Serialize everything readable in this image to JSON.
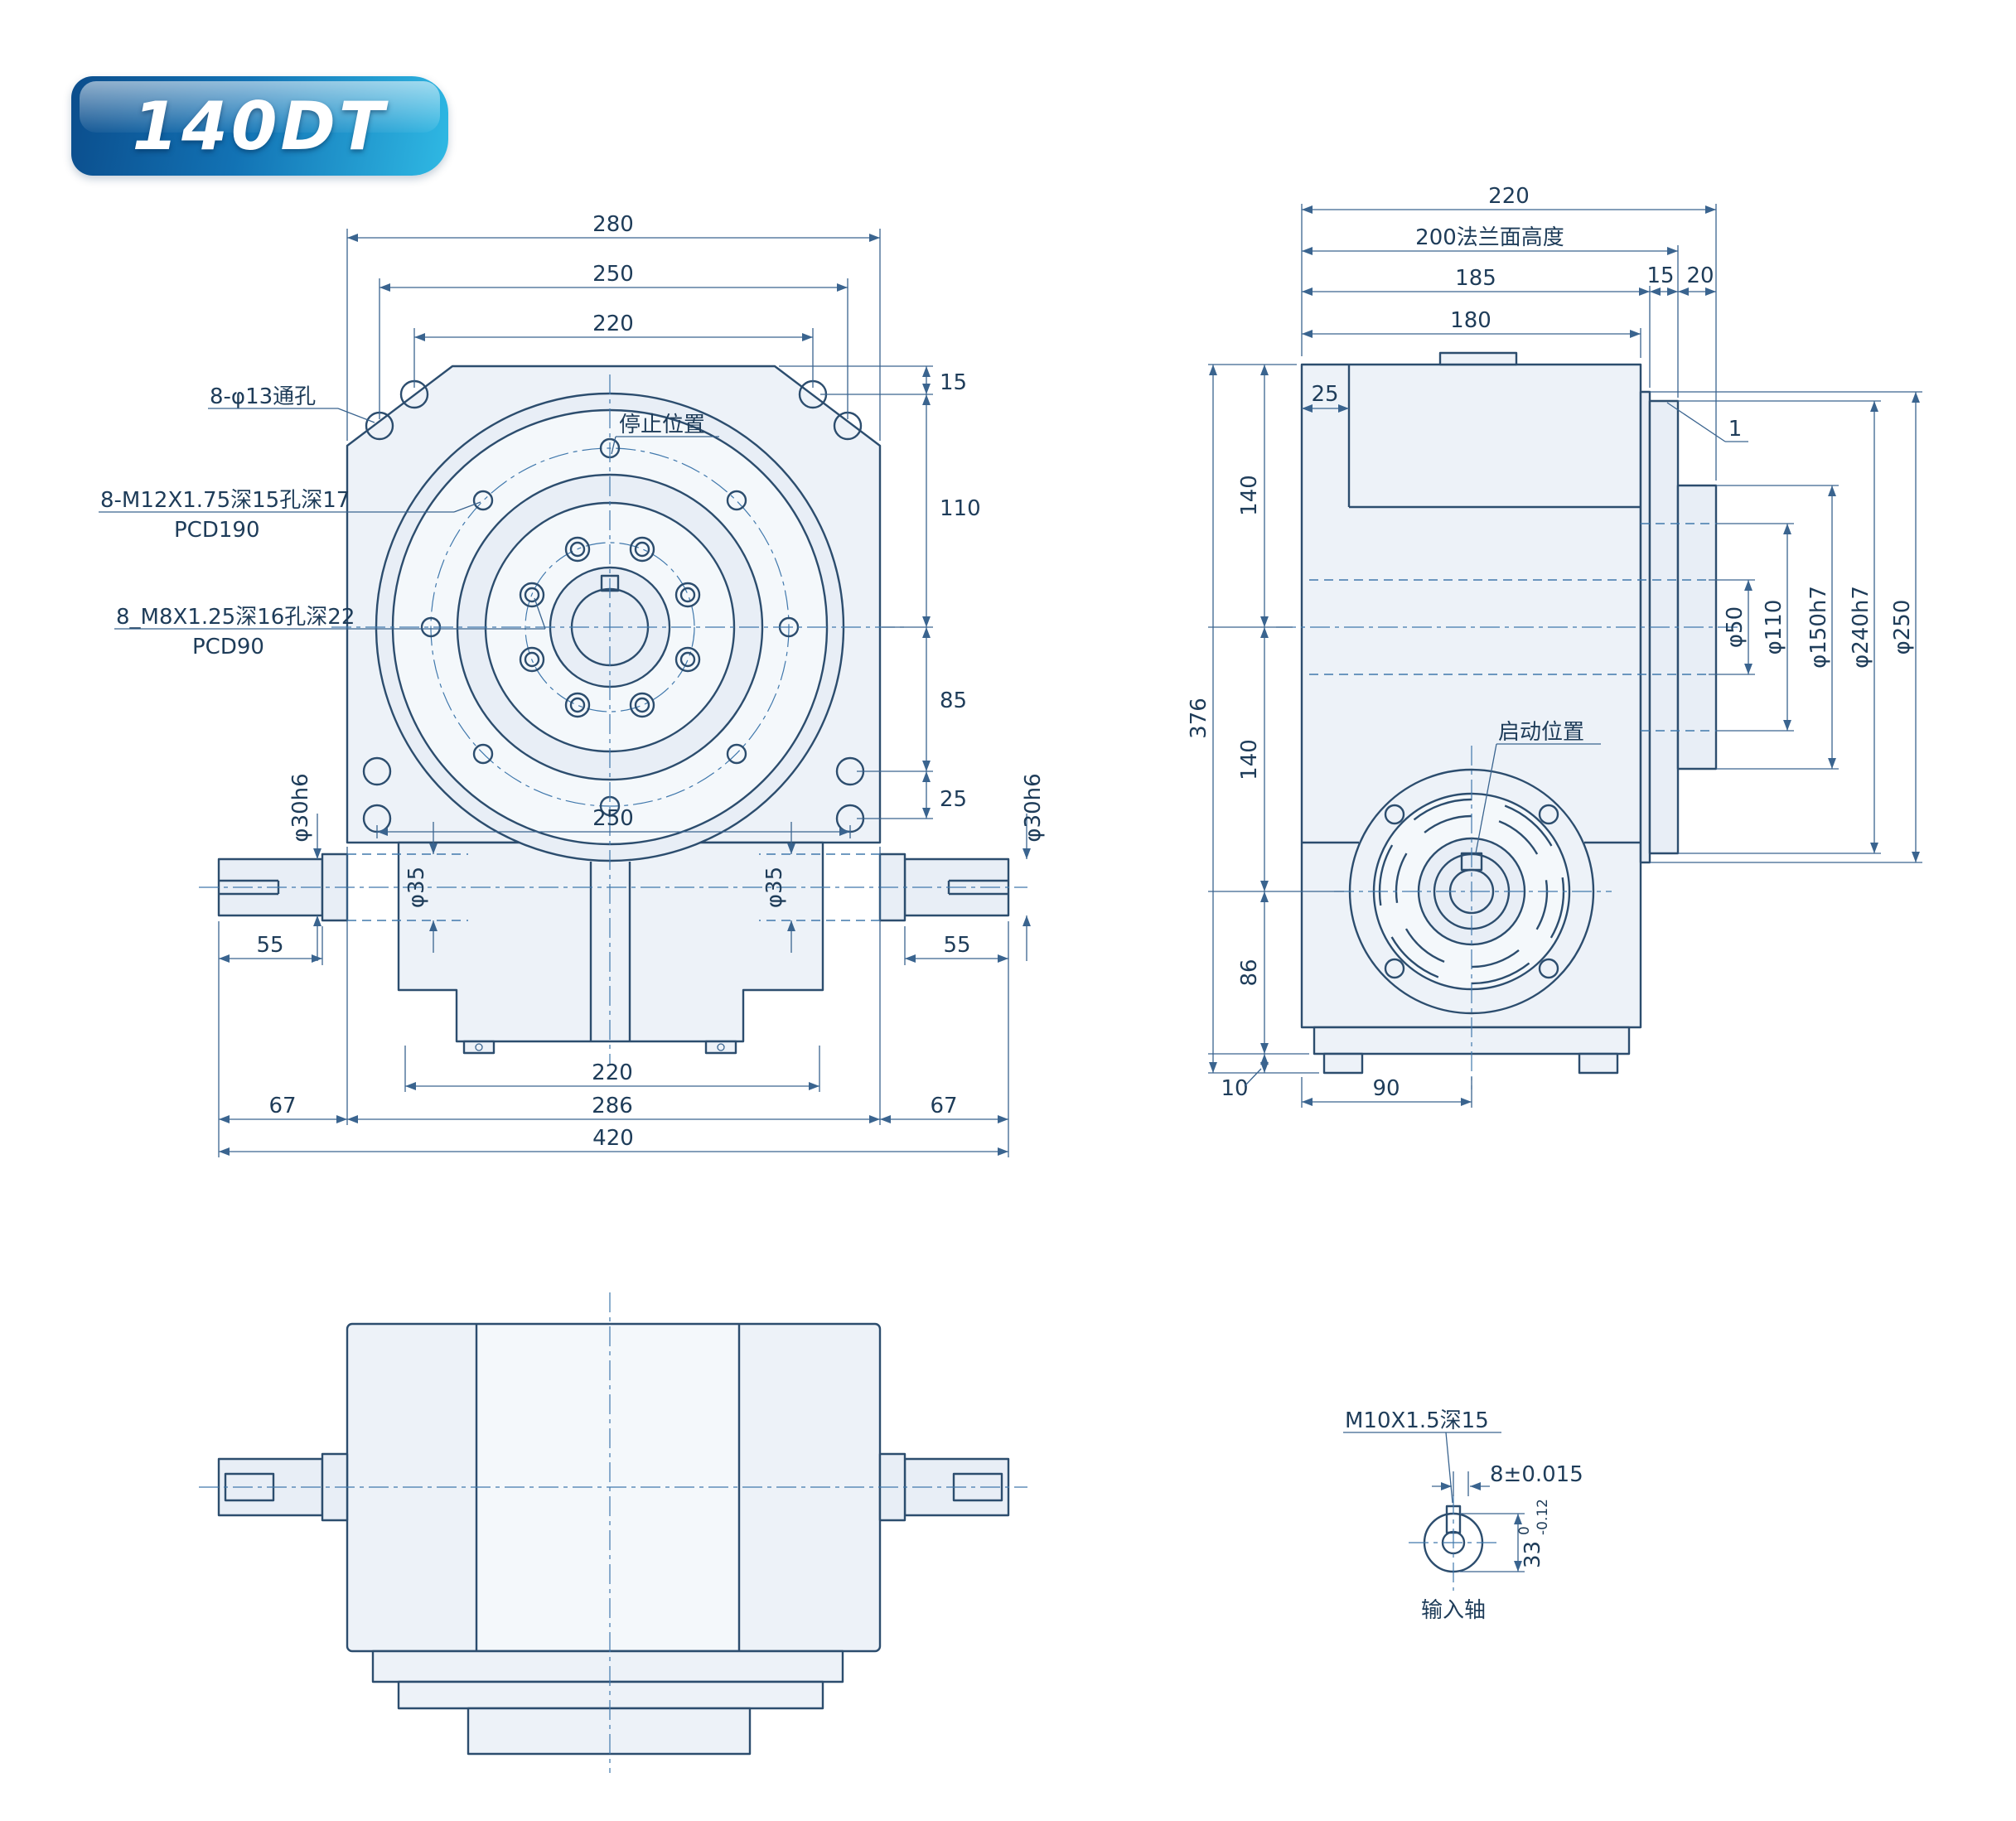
{
  "badge": {
    "label": "140DT"
  },
  "front": {
    "w280": "280",
    "w250": "250",
    "w220": "220",
    "r15": "15",
    "r110": "110",
    "r85": "85",
    "r25": "25",
    "mid250": "250",
    "l55": "55",
    "r55": "55",
    "b220": "220",
    "b286": "286",
    "b67l": "67",
    "b67r": "67",
    "b420": "420",
    "shaftL": "φ30h6",
    "shaftR": "φ30h6",
    "shldL": "φ35",
    "shldR": "φ35",
    "noteThru": "8-φ13通孔",
    "noteStop": "停止位置",
    "noteM12": "8-M12X1.75深15孔深17",
    "pcd190": "PCD190",
    "noteM8": "8_M8X1.25深16孔深22",
    "pcd90": "PCD90"
  },
  "side": {
    "t220": "220",
    "flange": "200法兰面高度",
    "d185": "185",
    "d15": "15",
    "d20": "20",
    "d180": "180",
    "d25": "25",
    "d1": "1",
    "v140a": "140",
    "v376": "376",
    "v140b": "140",
    "v86": "86",
    "v10": "10",
    "b90": "90",
    "dia50": "φ50",
    "dia110": "φ110",
    "dia150": "φ150h7",
    "dia240": "φ240h7",
    "dia250": "φ250",
    "noteStart": "启动位置"
  },
  "detail": {
    "thread": "M10X1.5深15",
    "offset": "8±0.015",
    "dia": "33",
    "tolHi": "0",
    "tolLo": "-0.12",
    "caption": "输入轴"
  }
}
